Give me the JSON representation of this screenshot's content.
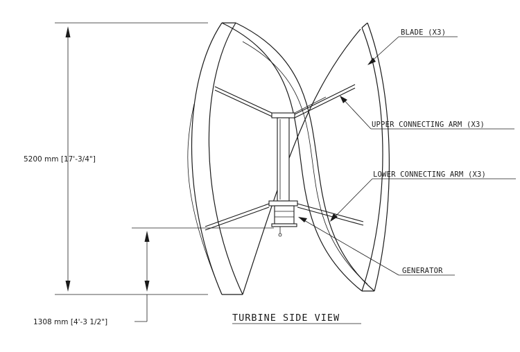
{
  "title": "TURBINE SIDE VIEW",
  "callouts": {
    "blade": "BLADE (X3)",
    "upper_arm": "UPPER CONNECTING ARM (X3)",
    "lower_arm": "LOWER CONNECTING ARM (X3)",
    "generator": "GENERATOR"
  },
  "dimensions": {
    "overall_height": "5200 mm [17'-3/4\"]",
    "lower_height": "1308 mm [4'-3 1/2\"]"
  },
  "colors": {
    "line": "#1a1a1a",
    "background": "#ffffff"
  }
}
